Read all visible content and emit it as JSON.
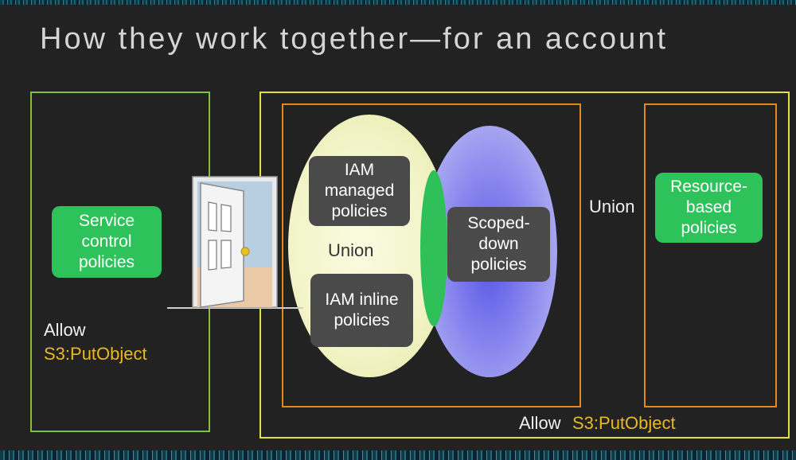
{
  "title": "How they work together—for an account",
  "scp": {
    "pill": "Service\ncontrol\npolicies",
    "allow_label": "Allow",
    "action": "S3:PutObject"
  },
  "identity": {
    "managed": "IAM\nmanaged\npolicies",
    "inline": "IAM inline\npolicies",
    "union_label": "Union",
    "scoped": "Scoped-\ndown\npolicies"
  },
  "union_label": "Union",
  "resource": {
    "pill": "Resource-\nbased\npolicies"
  },
  "account": {
    "allow_label": "Allow",
    "action": "S3:PutObject"
  },
  "colors": {
    "scp_border": "#7fc241",
    "account_border": "#e5e03a",
    "policy_box_border": "#e08a1e",
    "green_pill": "#2ec25a",
    "gray_pill": "#4a4a4a",
    "action_text": "#e8b923"
  }
}
